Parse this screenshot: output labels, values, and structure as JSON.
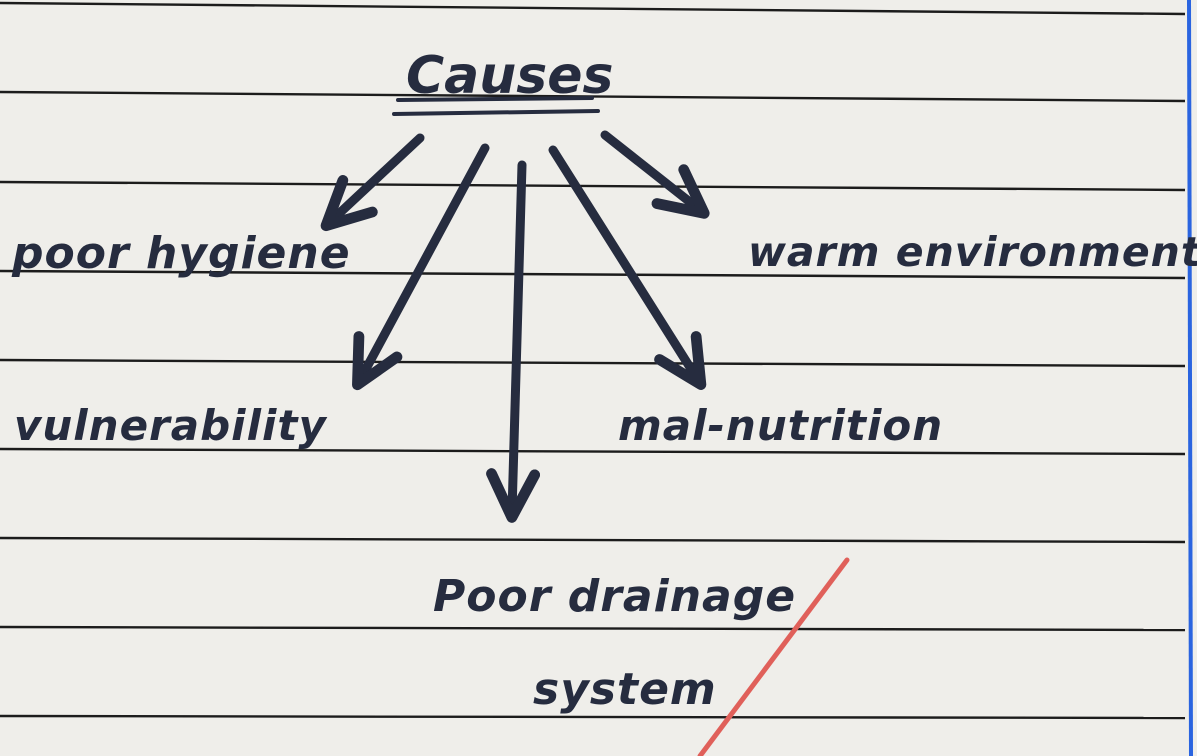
{
  "diagram": {
    "title": "Causes",
    "nodes": {
      "poor_hygiene": "poor hygiene",
      "warm_environment": "warm environment",
      "vulnerability": "vulnerability",
      "malnutrition": "mal-nutrition",
      "poor_drainage_line1": "Poor drainage",
      "poor_drainage_line2": "system"
    },
    "edges": [
      {
        "from": "Causes",
        "to": "poor hygiene"
      },
      {
        "from": "Causes",
        "to": "vulnerability"
      },
      {
        "from": "Causes",
        "to": "Poor drainage system"
      },
      {
        "from": "Causes",
        "to": "mal-nutrition"
      },
      {
        "from": "Causes",
        "to": "warm environment"
      }
    ]
  },
  "colors": {
    "paper": "#efeeea",
    "ruled_line": "#1c1c1c",
    "margin_line": "#2a64e0",
    "ink": "#262c3f",
    "red_mark": "#e0605a"
  }
}
